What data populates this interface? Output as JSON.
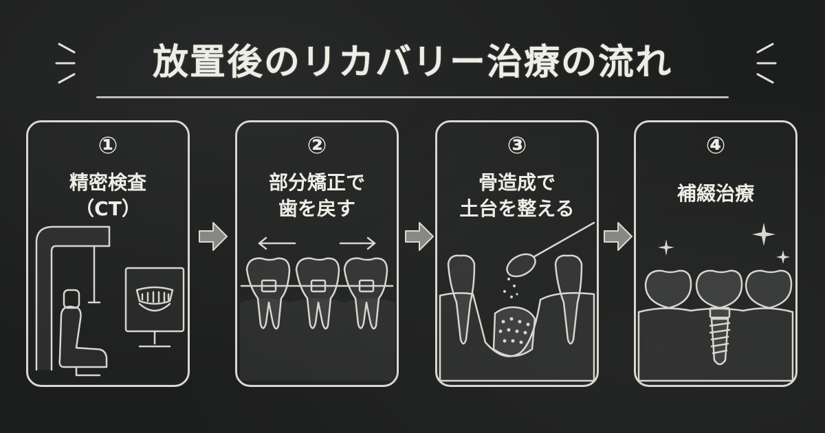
{
  "title": "放置後のリカバリー治療の流れ",
  "steps": [
    {
      "number": "①",
      "line1": "精密検査",
      "line2": "（CT）"
    },
    {
      "number": "②",
      "line1": "部分矯正で",
      "line2": "歯を戻す"
    },
    {
      "number": "③",
      "line1": "骨造成で",
      "line2": "土台を整える"
    },
    {
      "number": "④",
      "line1": "補綴治療",
      "line2": ""
    }
  ]
}
